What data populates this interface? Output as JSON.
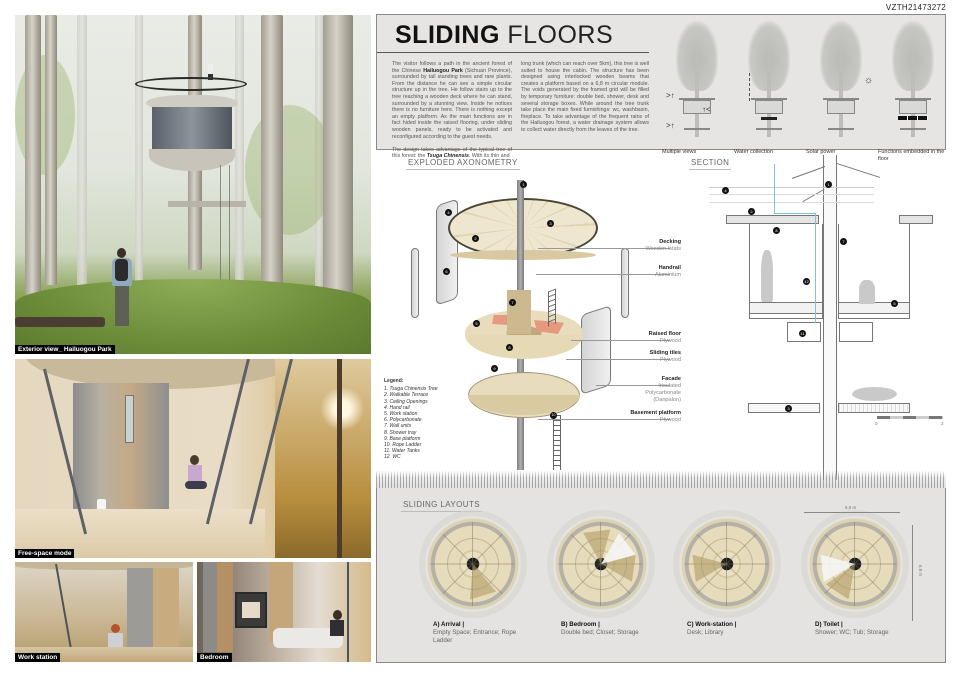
{
  "code": "VZTH21473272",
  "photos": {
    "exterior": {
      "caption": "Exterior view_ Hailuogou Park"
    },
    "free_space": {
      "caption": "Free-space mode"
    },
    "work": {
      "caption": "Work station"
    },
    "bedroom": {
      "caption": "Bedroom"
    }
  },
  "header": {
    "title_bold": "SLIDING",
    "title_light": "FLOORS",
    "intro_left_p1_a": "The visitor follows a path in the ancient forest of the Chinese ",
    "intro_left_p1_b": "Hailuogou Park",
    "intro_left_p1_c": " (Sichuan Province), surrounded by tall standing trees and rare plants. From the distance he can see a simple circular structure up in the tree. He follow stairs up to the tree reaching a wooden deck where he can stand, surrounded by a stunning view. Inside he notices there is no furniture here. There is nothing except an empty platform. As the main functions are in fact hided inside the raised flooring, under sliding wooden panels, ready to be activated and reconfigured according to the guest needs.",
    "intro_left_p2_a": "The design takes advantage of the typical tree of this forest: the ",
    "intro_left_p2_b": "Tsuga Chinensis",
    "intro_left_p2_c": ". With its thin and",
    "intro_right": "long trunk (which can reach over 5km), this tree is well suited to house the cabin. The structure has been designed using interlocked wooden beams that creates a platform based on a 6,8 m circular module. The voids generated by the framed grid will be filled by temporary furniture: double bed, shower, desk and several storage boxes. While around the tree trunk take place the main fixed furnishings: wc, washbasin, fireplace. To take advantage of the frequent rains of the Hailuogou forest, a water drainage system allows to collect water directly from the leaves of the tree."
  },
  "strategies": [
    {
      "label": "Multiple views",
      "icon": "eye-arrows"
    },
    {
      "label": "Water collection",
      "icon": "water-drop"
    },
    {
      "label": "Solar power",
      "icon": "sun"
    },
    {
      "label": "Functions embedded in the floor",
      "icon": "furniture-blocks"
    }
  ],
  "axonometry": {
    "title": "EXPLODED AXONOMETRY",
    "callouts": [
      {
        "title": "Decking",
        "sub": "Wooden Istats"
      },
      {
        "title": "Handrail",
        "sub": "Aluminium"
      },
      {
        "title": "Raised floor",
        "sub": "Plywood"
      },
      {
        "title": "Sliding tiles",
        "sub": "Plywood"
      },
      {
        "title": "Facade",
        "sub": "Insulated Polycarbonate (Danpalon)"
      },
      {
        "title": "Basement platform",
        "sub": "Plywood"
      }
    ],
    "legend_title": "Legend:",
    "legend": [
      "1. Tsuga Chinensis Tree",
      "2. Walkable Terrace",
      "3. Ceiling Openings",
      "4. Hand rail",
      "5. Work station",
      "6. Polycarbonate",
      "7. Wall units",
      "8. Shower tray",
      "9. Base platform",
      "10. Rope Ladder",
      "11. Water Tanks",
      "12. WC"
    ],
    "markers": [
      "1",
      "2",
      "3",
      "4",
      "5",
      "6",
      "7",
      "8",
      "9",
      "10"
    ]
  },
  "section": {
    "title": "SECTION",
    "markers": [
      "1",
      "2",
      "3",
      "4",
      "5",
      "7",
      "8",
      "11",
      "12"
    ],
    "scale_ticks": [
      "0",
      "2"
    ]
  },
  "layouts": {
    "title": "SLIDING LAYOUTS",
    "dimension_w": "6,8 m",
    "dimension_h": "6,8 m",
    "items": [
      {
        "title": "A) Arrival |",
        "sub": "Empty Space; Entrance; Rope Ladder"
      },
      {
        "title": "B) Bedroom |",
        "sub": "Double bed; Closet; Storage"
      },
      {
        "title": "C) Work-station |",
        "sub": "Desk; Library"
      },
      {
        "title": "D) Toilet |",
        "sub": "Shower; WC; Tub; Storage"
      }
    ]
  },
  "colors": {
    "panel_bg": "#e6e5e3",
    "panel_border": "#8a8a8a",
    "wood": "#e6dcbc",
    "pipe": "#7fc3d6",
    "tile_accent": "#e59a80"
  }
}
